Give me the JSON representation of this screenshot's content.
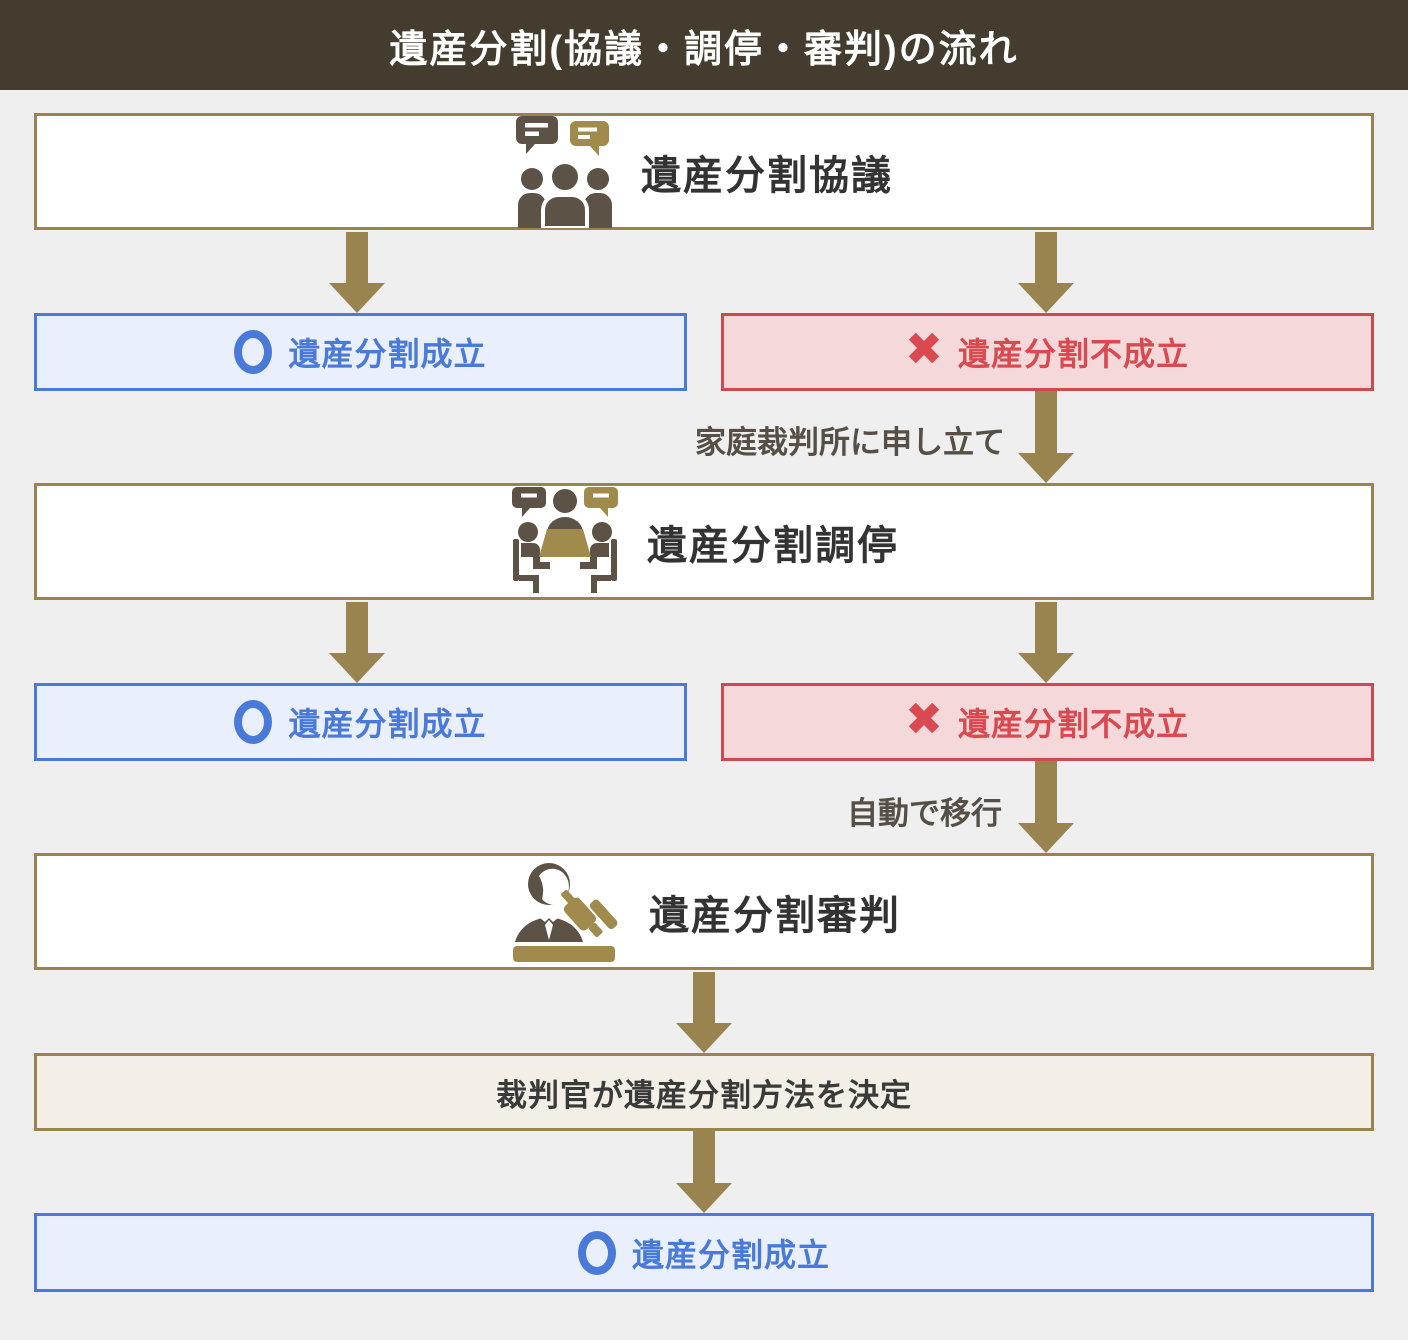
{
  "header": {
    "title": "遺産分割(協議・調停・審判)の流れ"
  },
  "flow": {
    "stages": [
      {
        "label": "遺産分割協議",
        "icon": "speech-people-icon"
      },
      {
        "label": "遺産分割調停",
        "icon": "mediation-table-icon"
      },
      {
        "label": "遺産分割審判",
        "icon": "judge-gavel-icon"
      }
    ],
    "outcome_rows": [
      {
        "success": "遺産分割成立",
        "failure": "遺産分割不成立",
        "transition": "家庭裁判所に申し立て"
      },
      {
        "success": "遺産分割成立",
        "failure": "遺産分割不成立",
        "transition": "自動で移行"
      }
    ],
    "decision": "裁判官が遺産分割方法を決定",
    "final_success": "遺産分割成立"
  },
  "icons": {
    "success_mark": "circle-outline-icon",
    "failure_mark": "x-mark-icon",
    "stage1": "speech-people-icon",
    "stage2": "mediation-table-icon",
    "stage3": "judge-gavel-icon"
  },
  "colors": {
    "header_bg": "#443c2e",
    "background": "#efeff0",
    "accent_gold": "#998450",
    "icon_brown": "#5d5246",
    "icon_gold": "#a08b4d",
    "success_blue": "#4a7ad9",
    "success_bg": "#e9effc",
    "failure_red": "#cf4a4e",
    "failure_text": "#d9494f",
    "failure_bg": "#f5d8da",
    "decision_bg": "#f3efe7",
    "stage_text": "#333333",
    "transition_text": "#564f45"
  }
}
